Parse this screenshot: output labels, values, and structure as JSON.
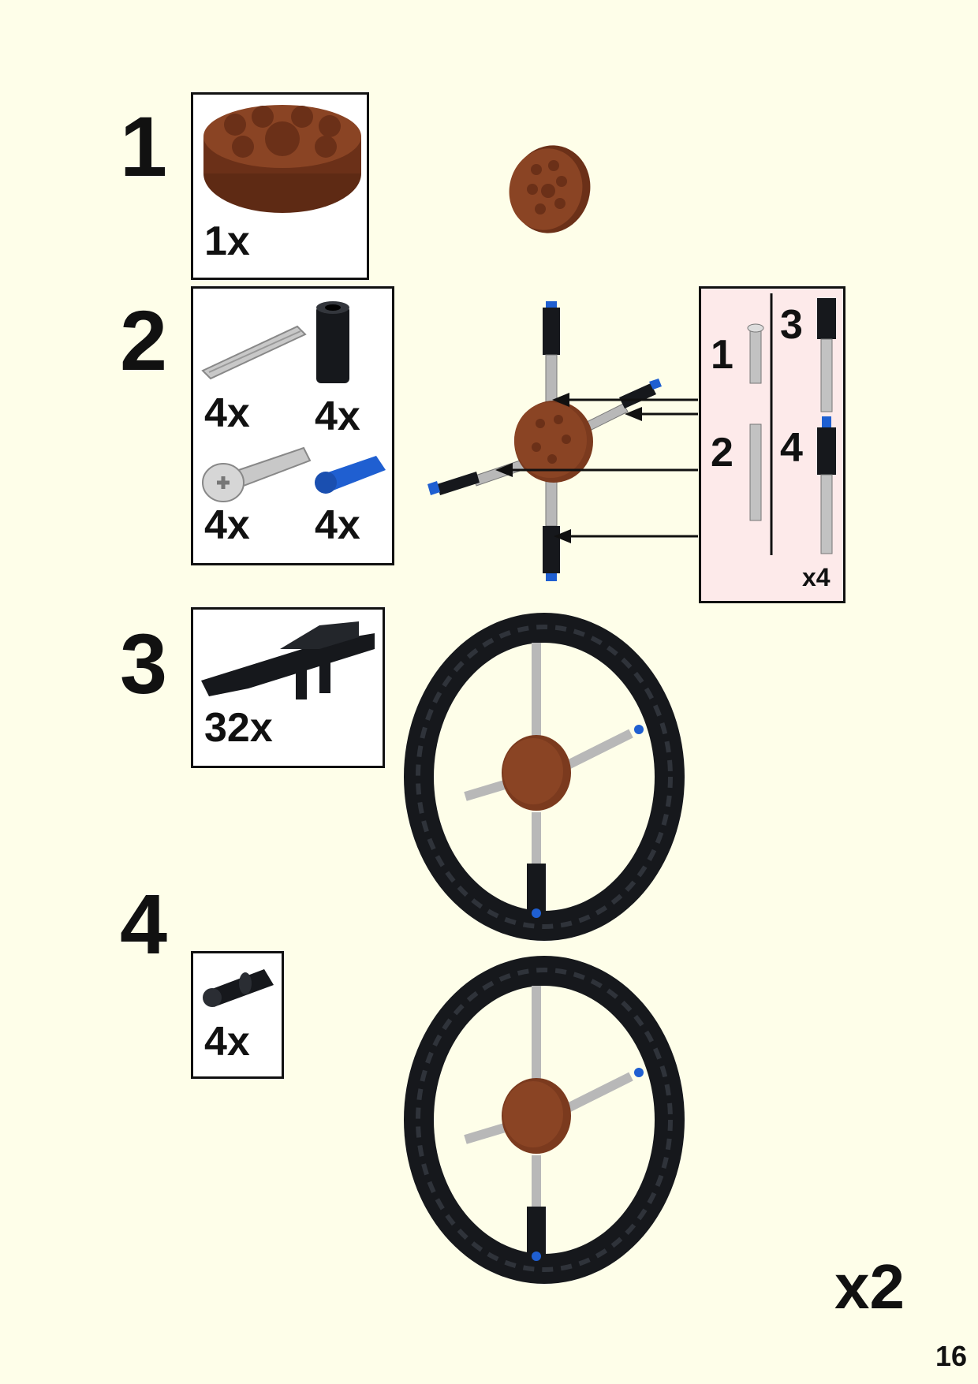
{
  "steps": [
    {
      "number": "1",
      "parts": [
        {
          "qty": "1x",
          "part": "brown-round-brick-icon"
        }
      ]
    },
    {
      "number": "2",
      "parts": [
        {
          "qty": "4x",
          "part": "gray-axle-icon"
        },
        {
          "qty": "4x",
          "part": "black-pin-connector-icon"
        },
        {
          "qty": "4x",
          "part": "gray-axle-pin-icon"
        },
        {
          "qty": "4x",
          "part": "blue-pin-icon"
        }
      ]
    },
    {
      "number": "3",
      "parts": [
        {
          "qty": "32x",
          "part": "black-tread-link-icon"
        }
      ]
    },
    {
      "number": "4",
      "parts": [
        {
          "qty": "4x",
          "part": "black-pin-icon"
        }
      ]
    }
  ],
  "callout": {
    "substeps": [
      "1",
      "2",
      "3",
      "4"
    ],
    "multiplier": "x4"
  },
  "build_multiplier": "x2",
  "page_number": "16",
  "colors": {
    "background": "#fefee9",
    "callout_bg": "#fdeaea",
    "brown": "#7b3a1e",
    "black_part": "#16181c",
    "gray_part": "#b8b8b8",
    "blue_part": "#1f5fd1"
  }
}
